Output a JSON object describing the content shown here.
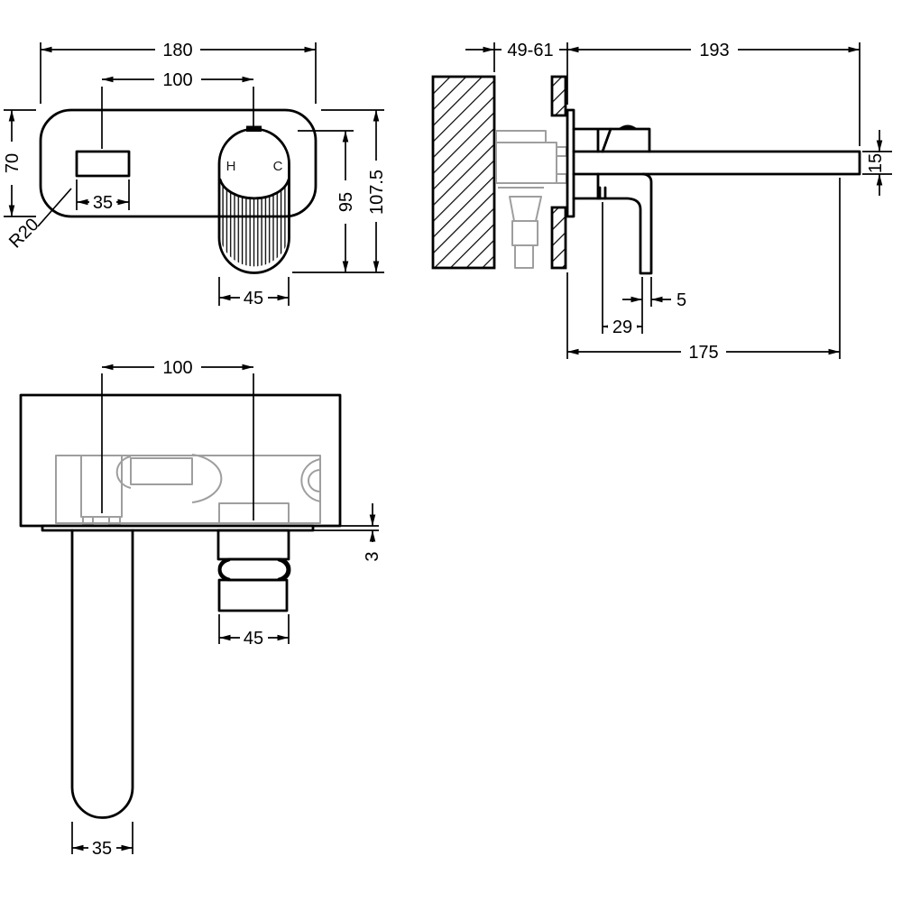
{
  "drawing": {
    "background": "#ffffff",
    "line_color": "#000000",
    "hidden_line_color": "#9e9e9e",
    "views": {
      "front": {
        "dim_plate_width": "180",
        "dim_hole_centres": "100",
        "dim_plate_height": "70",
        "dim_cutout_width": "35",
        "dim_corner_radius": "R20",
        "dim_handle_width": "45",
        "dim_handle_height": "95",
        "dim_overall_height": "107.5",
        "label_hot": "H",
        "label_cold": "C"
      },
      "side": {
        "dim_recess_depth": "49-61",
        "dim_spout_length": "193",
        "dim_spout_thickness": "15",
        "dim_lever_thickness": "5",
        "dim_lever_setback": "29",
        "dim_outlet_projection": "175"
      },
      "plan": {
        "dim_hole_centres": "100",
        "dim_plate_thickness": "3",
        "dim_handle_width": "45",
        "dim_spout_width": "35"
      }
    }
  }
}
